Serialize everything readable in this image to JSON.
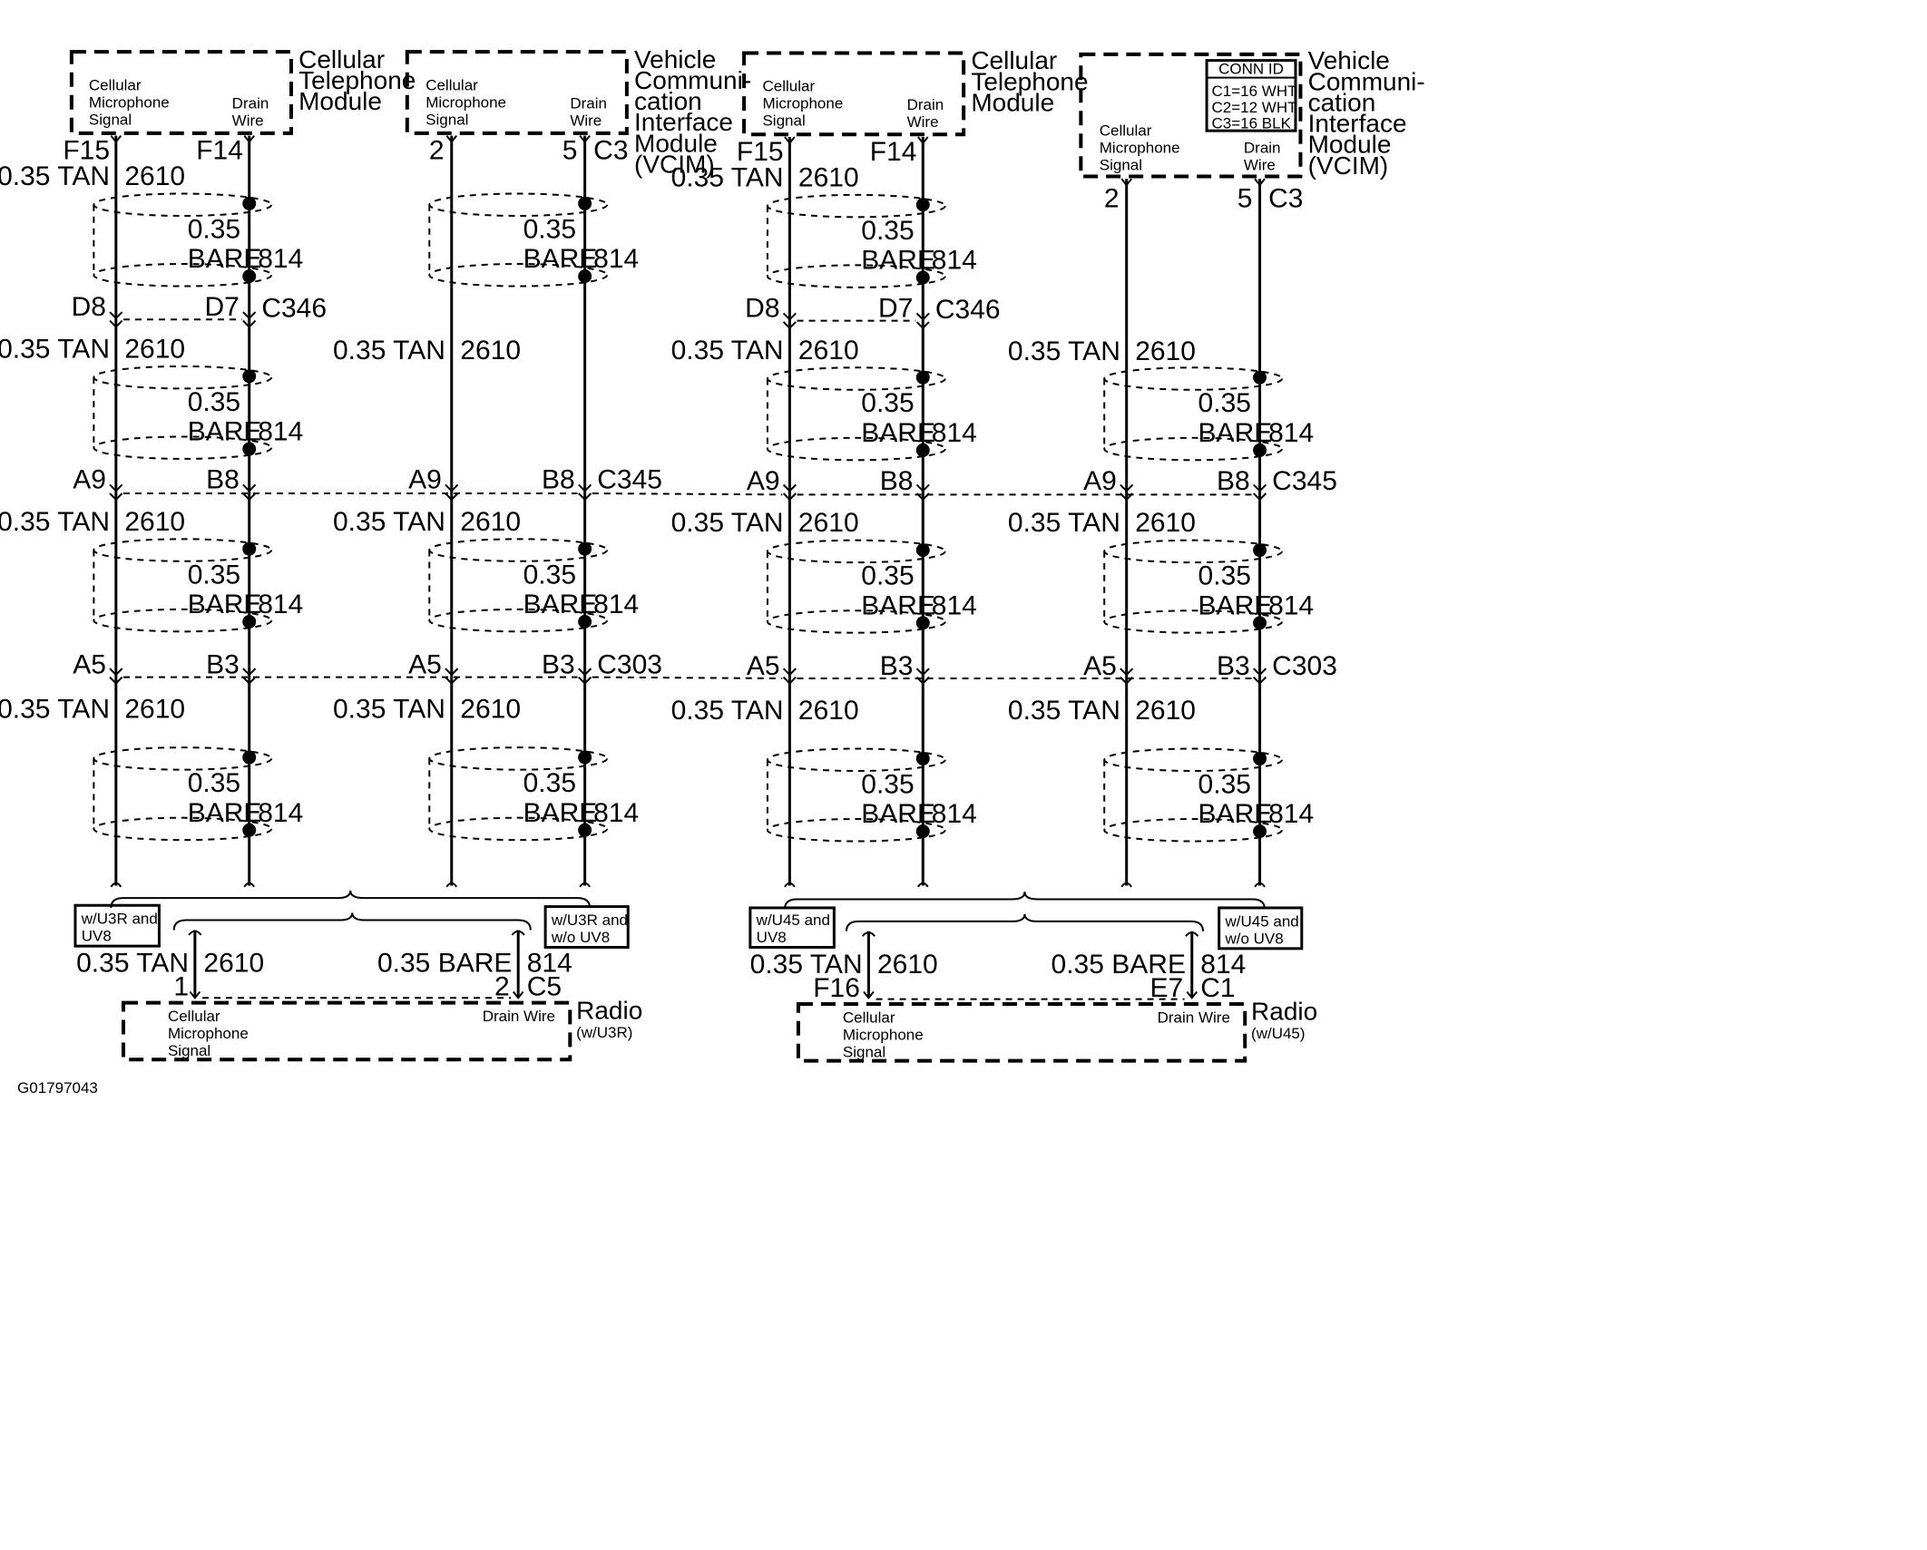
{
  "module_ctm": {
    "name_lines": [
      "Cellular",
      "Telephone",
      "Module"
    ],
    "pin_sig_lines": [
      "Cellular",
      "Microphone",
      "Signal"
    ],
    "pin_drain_lines": [
      "Drain",
      "Wire"
    ]
  },
  "module_vcim": {
    "name_lines": [
      "Vehicle",
      "Communi-",
      "cation",
      "Interface",
      "Module",
      "(VCIM)"
    ],
    "pin_sig_lines": [
      "Cellular",
      "Microphone",
      "Signal"
    ],
    "pin_drain_lines": [
      "Drain",
      "Wire"
    ]
  },
  "conn_id": {
    "title": "CONN ID",
    "rows": [
      "C1=16 WHT",
      "C2=12 WHT",
      "C3=16 BLK"
    ]
  },
  "wire_sig": {
    "gauge_color": "0.35 TAN",
    "circuit": "2610"
  },
  "wire_drain": {
    "gauge": "0.35",
    "color": "BARE",
    "circuit": "814"
  },
  "wire_drain_full": "0.35 BARE",
  "pins": {
    "F15": "F15",
    "F14": "F14",
    "p2": "2",
    "p5": "5",
    "C3": "C3",
    "D8": "D8",
    "D7": "D7",
    "C346": "C346",
    "A9": "A9",
    "B8": "B8",
    "C345": "C345",
    "A5": "A5",
    "B3": "B3",
    "C303": "C303",
    "p1": "1",
    "C5": "C5",
    "F16": "F16",
    "E7": "E7",
    "C1": "C1"
  },
  "options": {
    "u3r_uv8_lines": [
      "w/U3R and",
      "UV8"
    ],
    "u3r_no_uv8_lines": [
      "w/U3R and",
      "w/o UV8"
    ],
    "u45_uv8_lines": [
      "w/U45 and",
      "UV8"
    ],
    "u45_no_uv8_lines": [
      "w/U45 and",
      "w/o UV8"
    ]
  },
  "radio": {
    "name": "Radio",
    "u3r": "(w/U3R)",
    "u45": "(w/U45)",
    "sig_lines": [
      "Cellular",
      "Microphone",
      "Signal"
    ],
    "drain": "Drain Wire"
  },
  "figure_id": "G01797043"
}
